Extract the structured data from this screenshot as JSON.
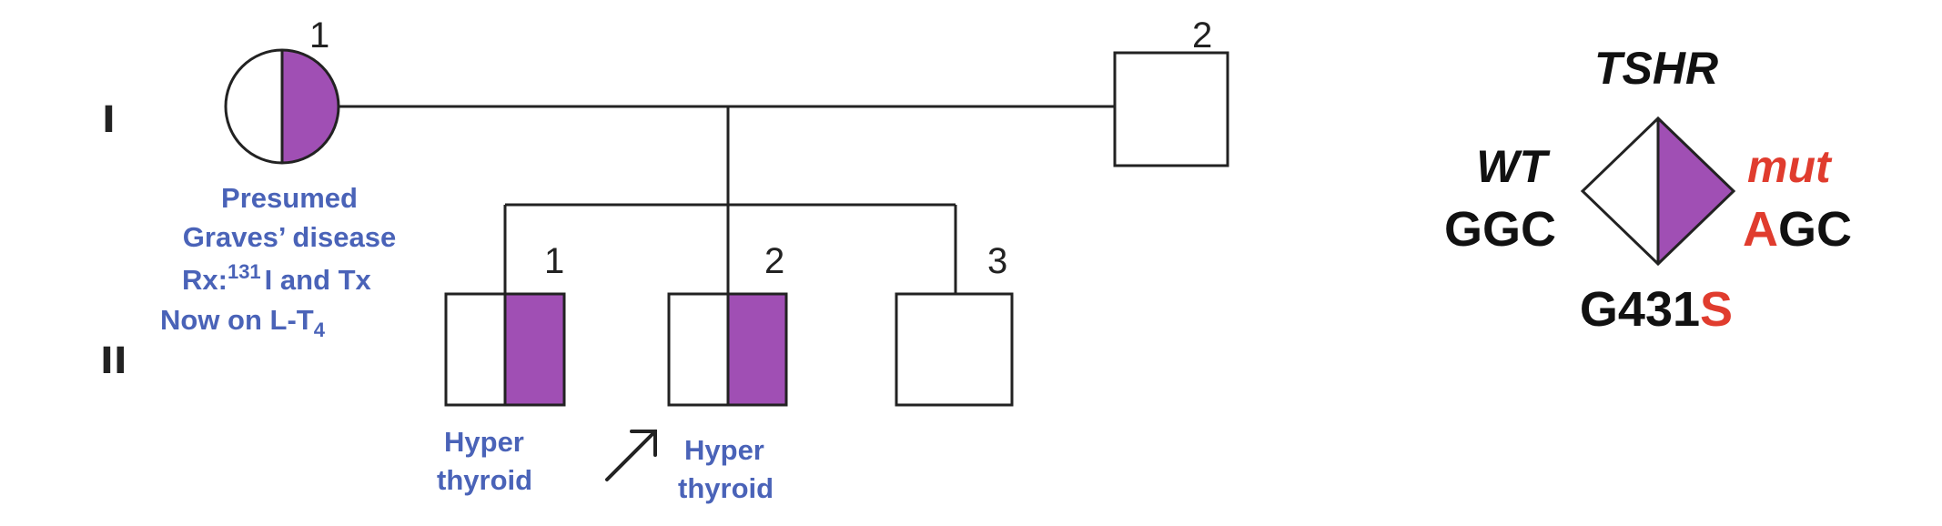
{
  "generations": {
    "I": "I",
    "II": "II"
  },
  "colors": {
    "affected": "#a04fb4",
    "annotation": "#4a63b8",
    "mutant": "#e03c2e",
    "line": "#222222"
  },
  "individuals": {
    "I1": {
      "number": "1",
      "sex": "female",
      "affected": "heterozygous",
      "note": [
        "Presumed",
        "Graves’ disease",
        "Rx:",
        "131",
        "I and Tx",
        "Now on L-T",
        "4"
      ]
    },
    "I2": {
      "number": "2",
      "sex": "male",
      "affected": "no"
    },
    "II1": {
      "number": "1",
      "sex": "male",
      "affected": "heterozygous",
      "note": [
        "Hyper",
        "thyroid"
      ]
    },
    "II2": {
      "number": "2",
      "sex": "male",
      "affected": "heterozygous",
      "proband": true,
      "note": [
        "Hyper",
        "thyroid"
      ]
    },
    "II3": {
      "number": "3",
      "sex": "male",
      "affected": "no"
    }
  },
  "legend": {
    "gene": "TSHR",
    "wt_label": "WT",
    "wt_codon": "GGC",
    "mut_label": "mut",
    "mut_codon_changed": "A",
    "mut_codon_rest": "GC",
    "variant_prefix": "G431",
    "variant_suffix": "S"
  }
}
